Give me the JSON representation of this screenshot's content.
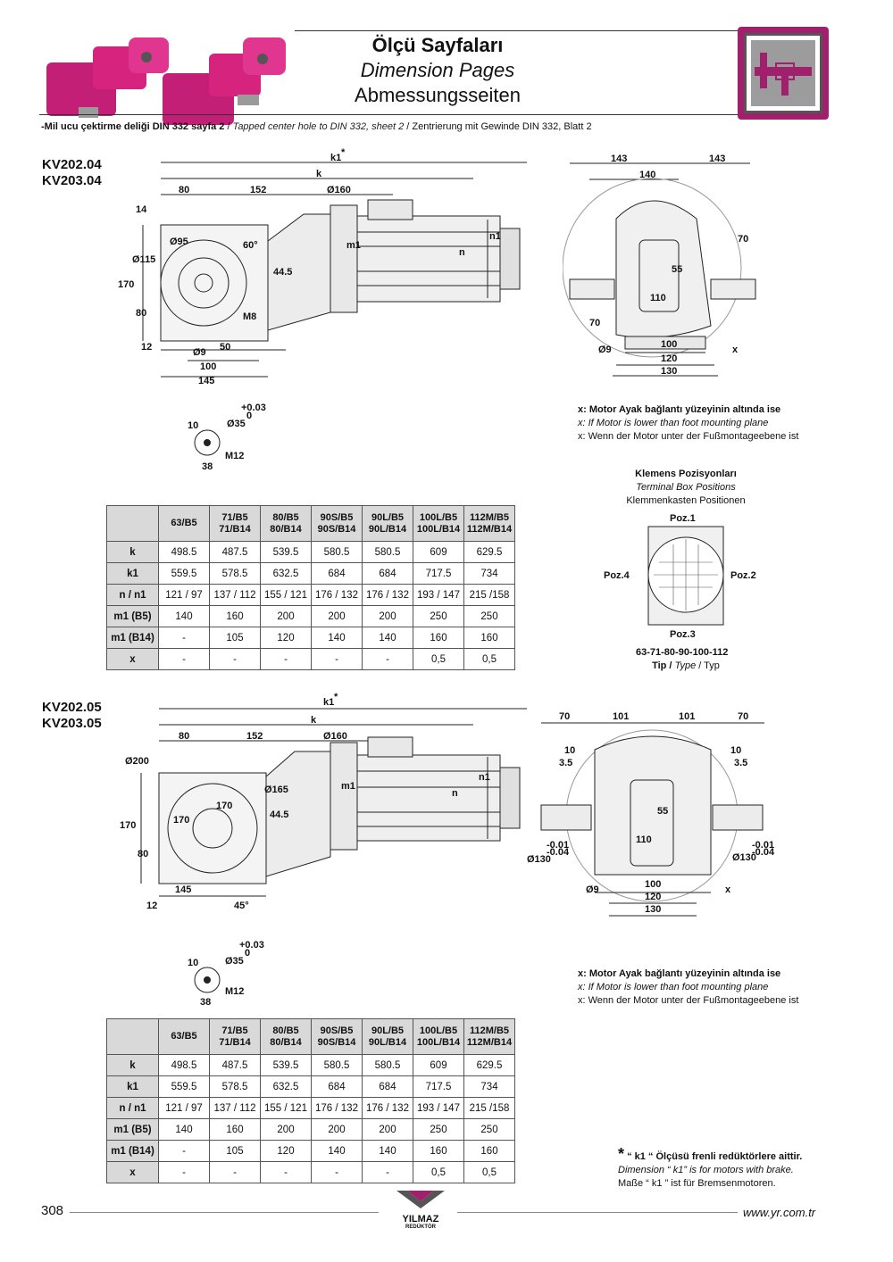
{
  "header": {
    "title_tr": "Ölçü Sayfaları",
    "title_en": "Dimension Pages",
    "title_de": "Abmessungsseiten"
  },
  "note": {
    "tr": "-Mil ucu çektirme deliği DIN 332 sayfa 2",
    "en": "Tapped center hole to DIN 332, sheet 2",
    "de": "Zentrierung mit Gewinde DIN 332, Blatt 2",
    "sep": "/"
  },
  "section1": {
    "model_a": "KV202.04",
    "model_b": "KV203.04"
  },
  "section2": {
    "model_a": "KV202.05",
    "model_b": "KV203.05"
  },
  "dims1": {
    "k1": "k1",
    "star": "*",
    "k": "k",
    "d80": "80",
    "d152": "152",
    "d160": "Ø160",
    "d14": "14",
    "d95": "Ø95",
    "d60": "60°",
    "d115": "Ø115",
    "d170": "170",
    "d445": "44.5",
    "d80b": "80",
    "m8": "M8",
    "d12": "12",
    "d9": "Ø9",
    "d50": "50",
    "d100": "100",
    "d145": "145",
    "m1": "m1",
    "n": "n",
    "n1": "n1",
    "r143a": "143",
    "r143b": "143",
    "r140": "140",
    "r70": "70",
    "r55": "55",
    "r110": "110",
    "r70b": "70",
    "r9": "Ø9",
    "r100": "100",
    "r120": "120",
    "r130": "130",
    "rx": "x"
  },
  "dims2": {
    "k1": "k1",
    "star": "*",
    "k": "k",
    "d80": "80",
    "d152": "152",
    "d160": "Ø160",
    "d200": "Ø200",
    "d165": "Ø165",
    "d170a": "170",
    "d170b": "170",
    "d170c": "170",
    "d445": "44.5",
    "d80b": "80",
    "d145": "145",
    "d12": "12",
    "d45": "45°",
    "m1": "m1",
    "n": "n",
    "n1": "n1",
    "r70a": "70",
    "r101a": "101",
    "r101b": "101",
    "r70b": "70",
    "r10a": "10",
    "r35a": "3.5",
    "r10b": "10",
    "r35b": "3.5",
    "r55": "55",
    "r110": "110",
    "r130a": "Ø130",
    "r130b": "Ø130",
    "tol1a": "-0.01",
    "tol1b": "-0.04",
    "tol2a": "-0.01",
    "tol2b": "-0.04",
    "r9": "Ø9",
    "r100": "100",
    "r120": "120",
    "r130": "130",
    "rx": "x"
  },
  "shaft": {
    "tol_top": "+0.03",
    "tol_bot": "0",
    "d35": "Ø35",
    "d10": "10",
    "m12": "M12",
    "d38": "38"
  },
  "motor_note": {
    "tr": "x: Motor Ayak bağlantı yüzeyinin altında ise",
    "en": "x: If Motor is lower than foot mounting plane",
    "de": "x: Wenn der Motor unter der Fußmontageebene ist"
  },
  "terminal": {
    "title_tr": "Klemens Pozisyonları",
    "title_en": "Terminal Box Positions",
    "title_de": "Klemmenkasten Positionen",
    "poz1": "Poz.1",
    "poz2": "Poz.2",
    "poz3": "Poz.3",
    "poz4": "Poz.4",
    "sizes": "63-71-80-90-100-112",
    "tip_tr": "Tip /",
    "tip_en": "Type",
    "tip_de": "/ Typ"
  },
  "table": {
    "headers": [
      [
        "63/B5",
        ""
      ],
      [
        "71/B5",
        "71/B14"
      ],
      [
        "80/B5",
        "80/B14"
      ],
      [
        "90S/B5",
        "90S/B14"
      ],
      [
        "90L/B5",
        "90L/B14"
      ],
      [
        "100L/B5",
        "100L/B14"
      ],
      [
        "112M/B5",
        "112M/B14"
      ]
    ],
    "rows": [
      {
        "label": "k",
        "values": [
          "498.5",
          "487.5",
          "539.5",
          "580.5",
          "580.5",
          "609",
          "629.5"
        ]
      },
      {
        "label": "k1",
        "values": [
          "559.5",
          "578.5",
          "632.5",
          "684",
          "684",
          "717.5",
          "734"
        ]
      },
      {
        "label": "n / n1",
        "values": [
          "121 / 97",
          "137 / 112",
          "155 / 121",
          "176 / 132",
          "176 / 132",
          "193 / 147",
          "215 /158"
        ]
      },
      {
        "label": "m1 (B5)",
        "values": [
          "140",
          "160",
          "200",
          "200",
          "200",
          "250",
          "250"
        ]
      },
      {
        "label": "m1 (B14)",
        "values": [
          "-",
          "105",
          "120",
          "140",
          "140",
          "160",
          "160"
        ]
      },
      {
        "label": "x",
        "values": [
          "-",
          "-",
          "-",
          "-",
          "-",
          "0,5",
          "0,5"
        ]
      }
    ]
  },
  "brake_note": {
    "star": "*",
    "tr": "“ k1 “ Ölçüsü frenli redüktörlere aittir.",
    "en": "Dimension “ k1” is for motors with brake.",
    "de": "Maße “ k1 ” ist für Bremsenmotoren."
  },
  "footer": {
    "page": "308",
    "brand": "YILMAZ",
    "brand_sub": "REDÜKTÖR",
    "url": "www.yr.com.tr"
  },
  "colors": {
    "accent": "#a0206e",
    "product": "#d6247e",
    "table_header": "#d9d9d9"
  }
}
